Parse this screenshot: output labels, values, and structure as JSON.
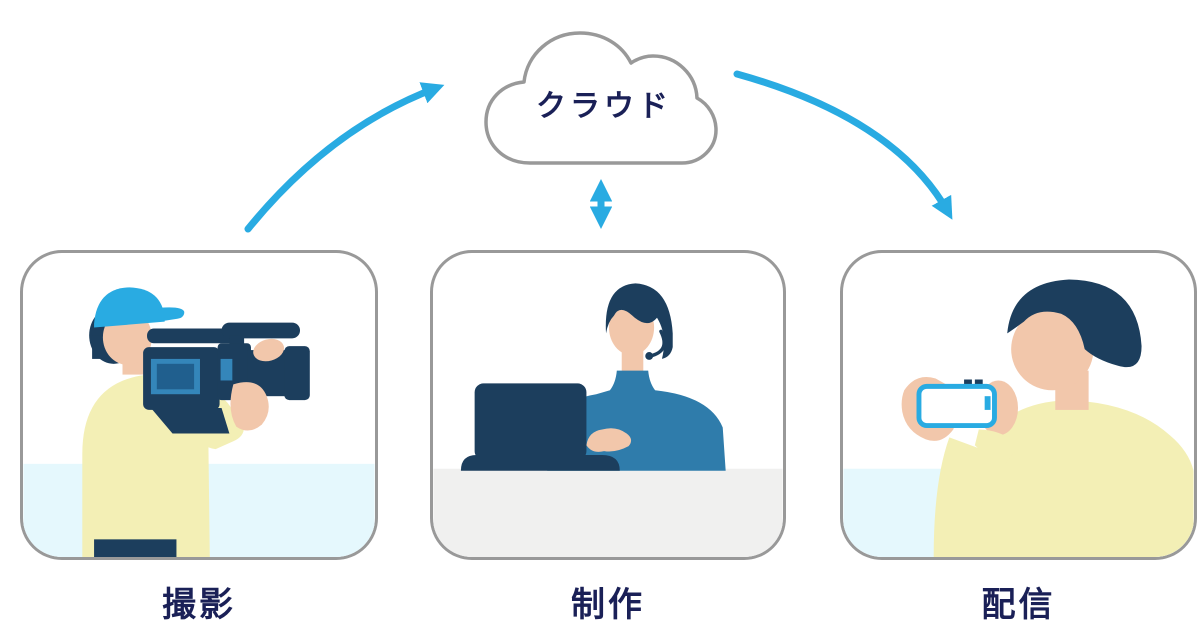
{
  "diagram": {
    "cloud": {
      "label": "クラウド"
    },
    "flow": [
      {
        "id": "shooting",
        "label": "撮影",
        "illustration": "camera-operator"
      },
      {
        "id": "production",
        "label": "制作",
        "illustration": "producer-at-laptop-with-headset"
      },
      {
        "id": "distribution",
        "label": "配信",
        "illustration": "viewer-holding-smartphone"
      }
    ],
    "arrows": [
      {
        "name": "shooting-to-cloud",
        "shape": "curved",
        "direction": "up-right"
      },
      {
        "name": "cloud-and-production",
        "shape": "straight",
        "direction": "bidirectional-vertical"
      },
      {
        "name": "cloud-to-distribution",
        "shape": "curved",
        "direction": "down-right"
      }
    ],
    "colors": {
      "accent_cyan": "#29abe2",
      "illustration_navy": "#1c3e5d",
      "label_navy": "#1a2057",
      "panel_border_gray": "#999999",
      "panel_ground_blue": "#e5f8fd",
      "desk_gray": "#f0f0ef",
      "skin": "#f2c7ab",
      "shirt_yellow": "#f3efb5",
      "sweater_blue": "#2f7cab",
      "camera_screen_blue": "#3486ba",
      "camera_screen_inner_blue": "#205f8e"
    }
  }
}
